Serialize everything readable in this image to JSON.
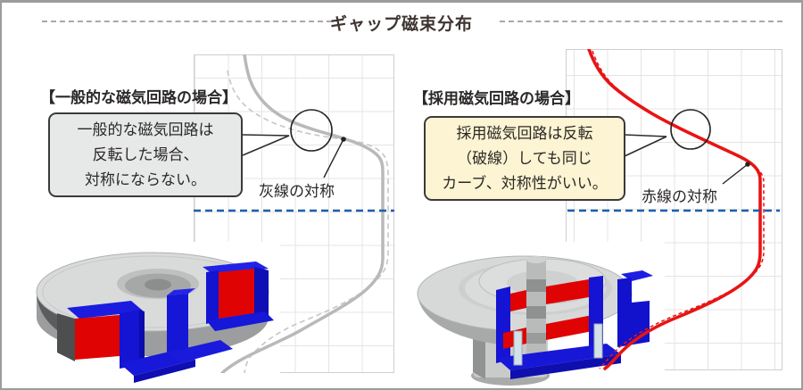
{
  "title": "ギャップ磁束分布",
  "colors": {
    "accent_blue": "#1b5fae",
    "curve_gray": "#b9b9b9",
    "curve_red": "#e81414",
    "callout_gray_bg": "#e7e9e9",
    "callout_yellow_bg": "#fcf4d2",
    "frame_border": "#9c9c9c"
  },
  "left_panel": {
    "header": "【一般的な磁気回路の場合】",
    "callout_lines": [
      "一般的な磁気回路は",
      "反転した場合、",
      "対称にならない。"
    ],
    "symmetry_label": "灰線の対称"
  },
  "right_panel": {
    "header": "【採用磁気回路の場合】",
    "callout_lines": [
      "採用磁気回路は反転",
      "（破線）しても同じ",
      "カーブ、対称性がいい。"
    ],
    "symmetry_label": "赤線の対称"
  }
}
